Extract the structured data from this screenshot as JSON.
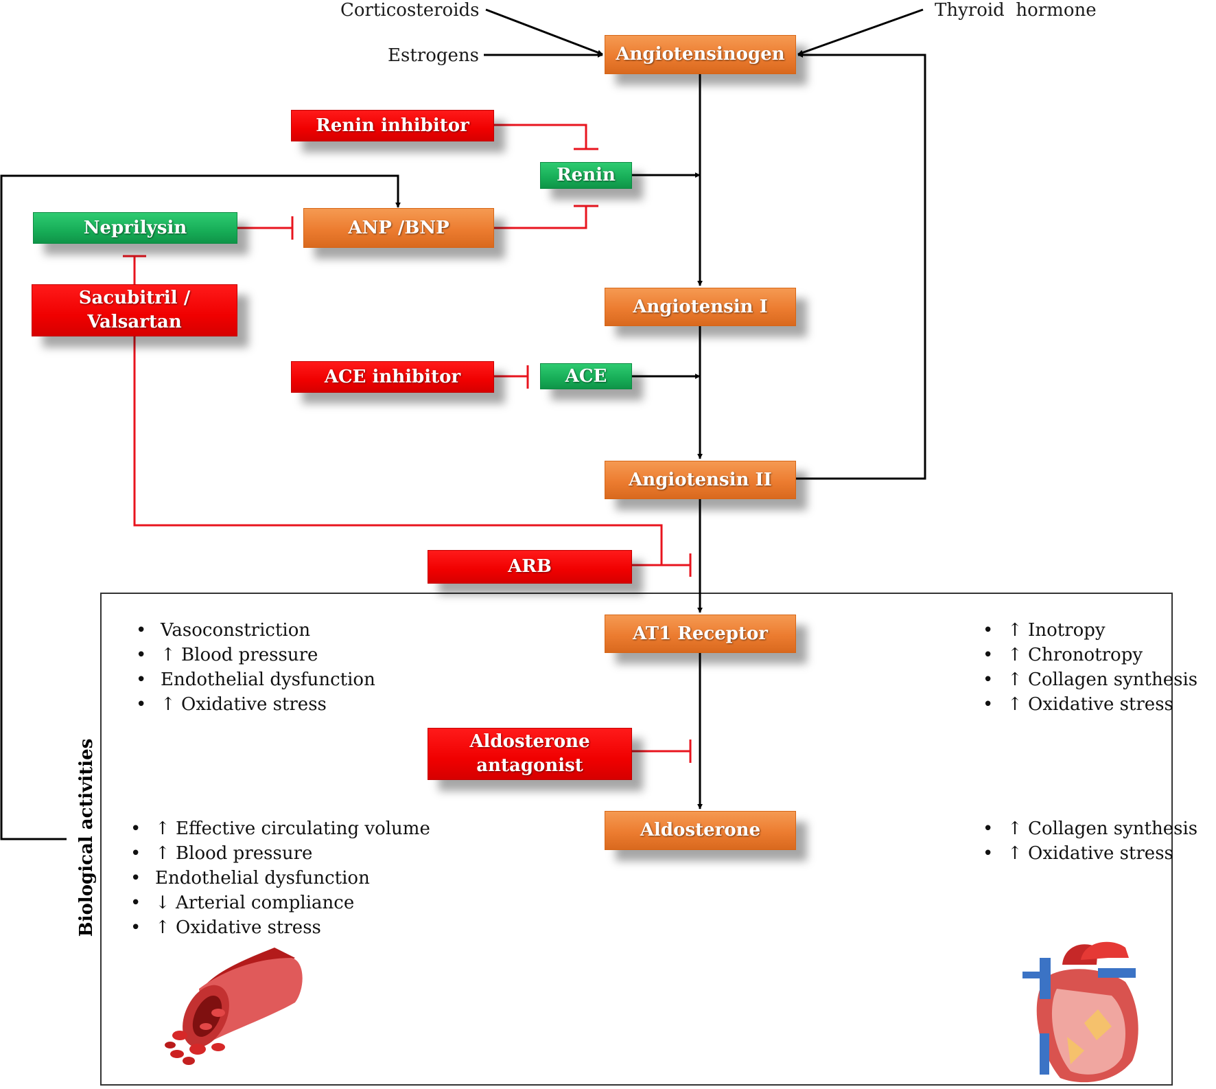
{
  "inputs": {
    "corticosteroids": "Corticosteroids",
    "estrogens": "Estrogens",
    "thyroid": "Thyroid  hormone"
  },
  "pathway": {
    "angiotensinogen": "Angiotensinogen",
    "angiotensin1": "Angiotensin I",
    "angiotensin2": "Angiotensin II",
    "at1_receptor": "AT1 Receptor",
    "aldosterone": "Aldosterone",
    "anp_bnp": "ANP /BNP"
  },
  "enzymes": {
    "renin": "Renin",
    "ace": "ACE",
    "neprilysin": "Neprilysin"
  },
  "inhibitors": {
    "renin_inhibitor": "Renin inhibitor",
    "ace_inhibitor": "ACE inhibitor",
    "sacubitril_line1": "Sacubitril /",
    "sacubitril_line2": "Valsartan",
    "arb": "ARB",
    "aldo_line1": "Aldosterone",
    "aldo_line2": "antagonist"
  },
  "biological_label": "Biological activities",
  "effects": {
    "at1_vascular": [
      "Vasoconstriction",
      "↑ Blood pressure",
      "Endothelial dysfunction",
      "↑ Oxidative stress"
    ],
    "at1_cardiac": [
      "↑ Inotropy",
      "↑ Chronotropy",
      "↑ Collagen synthesis",
      "↑ Oxidative stress"
    ],
    "aldo_vascular": [
      "↑ Effective circulating volume",
      "↑ Blood pressure",
      "Endothelial dysfunction",
      "↓ Arterial compliance",
      "↑ Oxidative stress"
    ],
    "aldo_cardiac": [
      "↑ Collagen synthesis",
      "↑ Oxidative stress"
    ]
  },
  "colors": {
    "pathway": "#ec7c30",
    "inhibitor": "#f00000",
    "enzyme": "#17ad57",
    "inhibition_line": "#e8141e",
    "arrow": "#000000"
  },
  "icons": [
    "blood-vessel-icon",
    "heart-icon"
  ]
}
